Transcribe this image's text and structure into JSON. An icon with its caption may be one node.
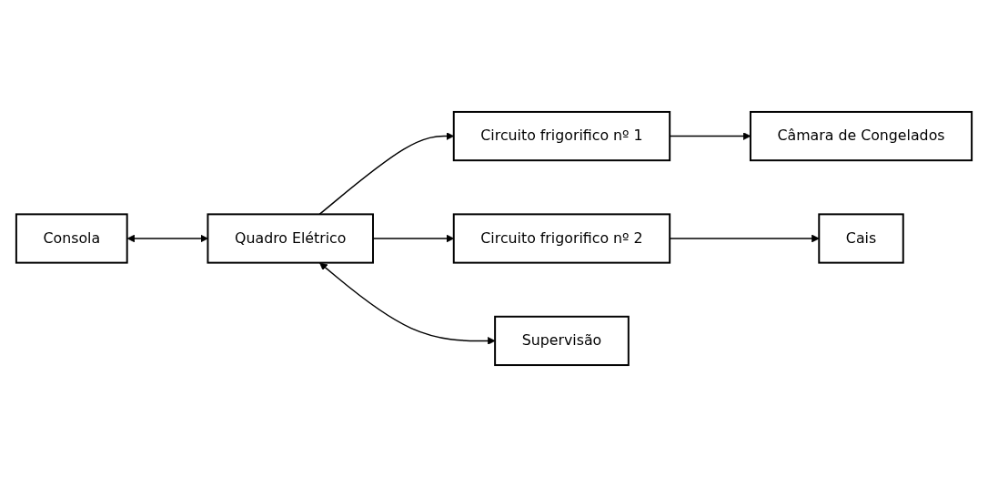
{
  "diagram": {
    "nodes": [
      {
        "text": [
          "Consola"
        ]
      },
      {
        "text": [
          "Circuito frigorifico nº 1"
        ]
      },
      {
        "text": [
          "Câmara de Congelados"
        ]
      },
      {
        "text": [
          "Quadro Elétrico"
        ]
      },
      {
        "text": [
          "Circuito frigorifico nº 2"
        ]
      },
      {
        "text": [
          "Cais"
        ]
      },
      {
        "text": [
          "Supervisão"
        ]
      }
    ],
    "edges": [
      {
        "from": 0,
        "to": 3,
        "arrow": "both"
      },
      {
        "from": 3,
        "to": 1,
        "arrow": "to"
      },
      {
        "from": 3,
        "to": 4,
        "arrow": "to"
      },
      {
        "from": 3,
        "to": 6,
        "arrow": "both"
      },
      {
        "from": 1,
        "to": 2,
        "arrow": "to"
      },
      {
        "from": 4,
        "to": 5,
        "arrow": "to"
      }
    ]
  }
}
